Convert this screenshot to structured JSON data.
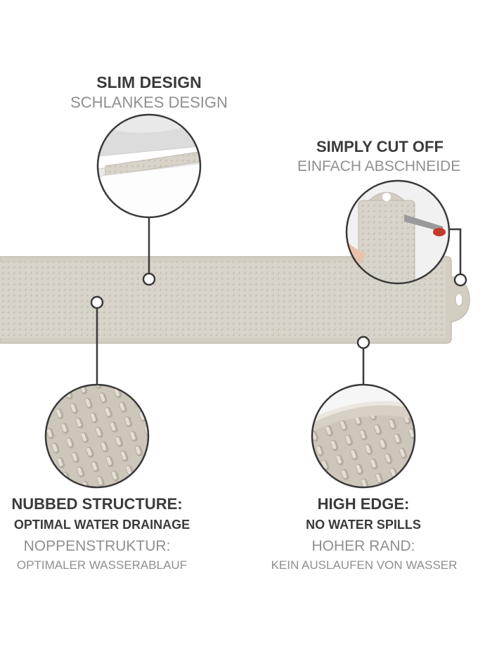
{
  "features": {
    "slim": {
      "en": "SLIM DESIGN",
      "de": "SCHLANKES DESIGN"
    },
    "cut": {
      "en": "SIMPLY CUT OFF",
      "de": "EINFACH ABSCHNEIDE"
    },
    "nubbed": {
      "en": "NUBBED STRUCTURE:",
      "en_sub": "OPTIMAL WATER DRAINAGE",
      "de": "NOPPENSTRUKTUR:",
      "de_sub": "OPTIMALER WASSERABLAUF"
    },
    "edge": {
      "en": "HIGH EDGE:",
      "en_sub": "NO WATER SPILLS",
      "de": "HOHER RAND:",
      "de_sub": "KEIN AUSLAUFEN VON WASSER"
    }
  },
  "colors": {
    "mat": "#d9d4ca",
    "mat_edge": "#c7c1b6",
    "nub": "#bfb8ac",
    "line": "#3a3a3a",
    "title": "#3b3b3b",
    "subtitle": "#8f8f8f"
  }
}
